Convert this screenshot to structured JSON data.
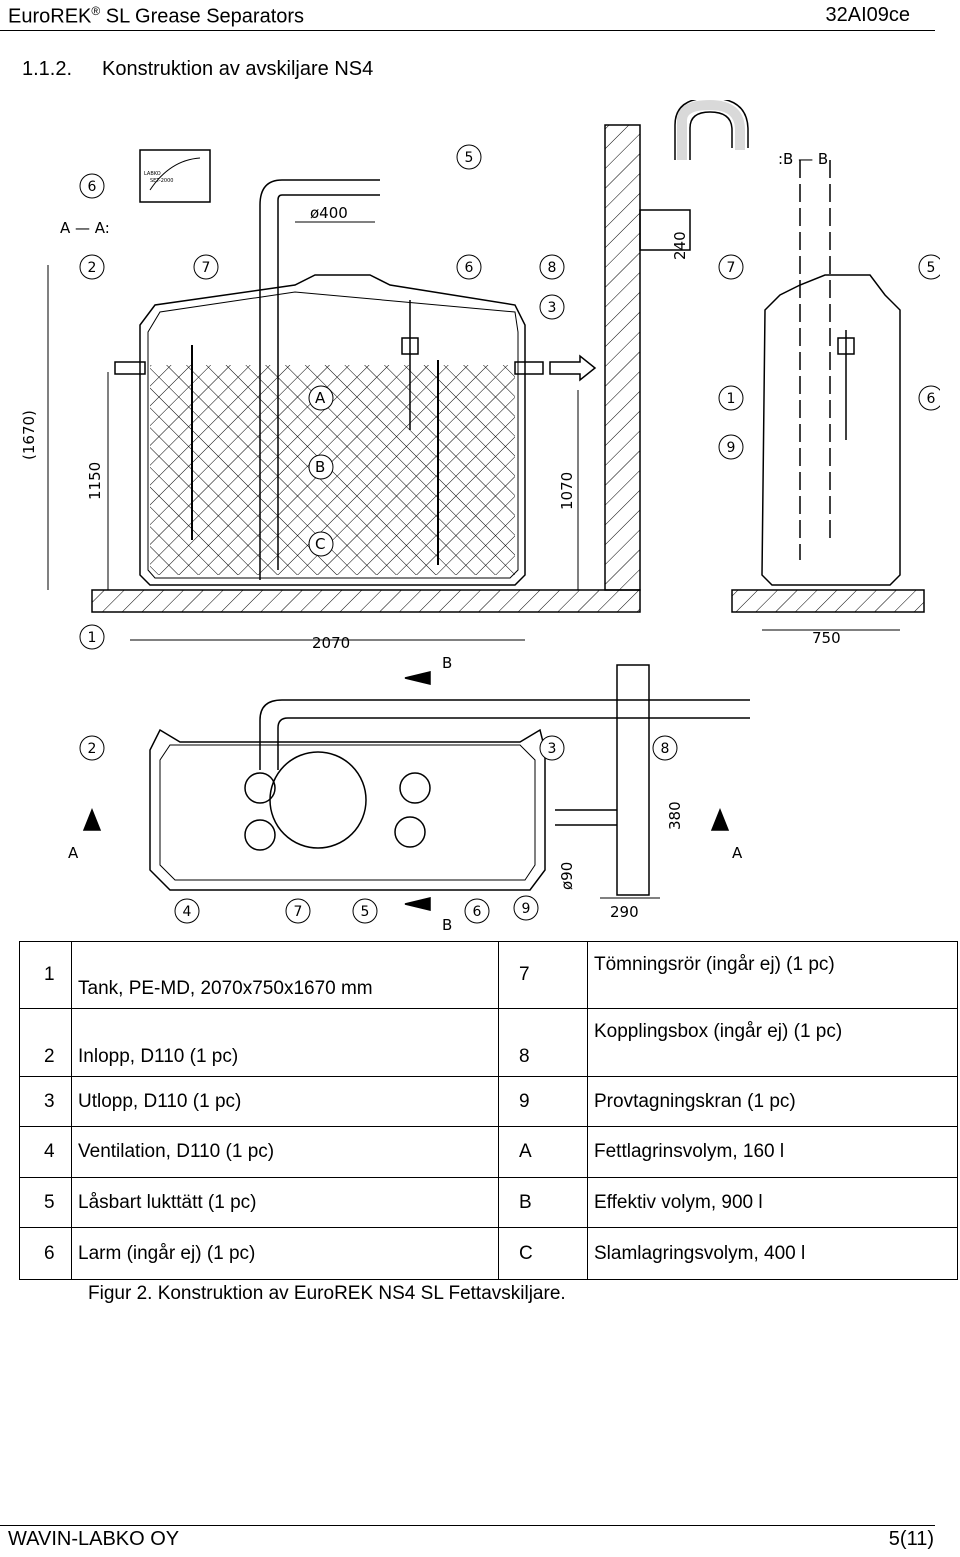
{
  "header": {
    "left": "EuroREK",
    "reg": "®",
    "left_rest": " SL Grease Separators",
    "right": "32AI09ce"
  },
  "section": {
    "number": "1.1.2.",
    "title": "Konstruktion av avskiljare NS4"
  },
  "drawing": {
    "section_aa": "A — A:",
    "section_bb": ":B — B",
    "dim_diameter_400": "ø400",
    "dim_240": "240",
    "dim_1670": "(1670)",
    "dim_1150": "1150",
    "dim_1070": "1070",
    "dim_2070": "2070",
    "dim_750": "750",
    "dim_380": "380",
    "dim_diameter_90": "ø90",
    "dim_290": "290",
    "label_A": "A",
    "label_B": "B",
    "label_C": "C",
    "callouts": [
      "1",
      "2",
      "3",
      "4",
      "5",
      "6",
      "7",
      "8",
      "9"
    ],
    "box_label": "LABKO",
    "box_model": "SET-2000"
  },
  "legend": [
    {
      "left_key": "1",
      "left_text": "Tank, PE-MD, 2070x750x1670 mm",
      "right_key": "7",
      "right_text": "Tömningsrör (ingår ej) (1 pc)"
    },
    {
      "left_key": "2",
      "left_text": "Inlopp, D110 (1 pc)",
      "right_key": "8",
      "right_text": "Kopplingsbox (ingår ej) (1 pc)"
    },
    {
      "left_key": "3",
      "left_text": "Utlopp, D110 (1 pc)",
      "right_key": "9",
      "right_text": "Provtagningskran (1 pc)"
    },
    {
      "left_key": "4",
      "left_text": "Ventilation, D110 (1 pc)",
      "right_key": "A",
      "right_text": "Fettlagrinsvolym, 160 l"
    },
    {
      "left_key": "5",
      "left_text": "Låsbart lukttätt (1 pc)",
      "right_key": "B",
      "right_text": "Effektiv volym, 900 l"
    },
    {
      "left_key": "6",
      "left_text": "Larm (ingår ej) (1 pc)",
      "right_key": "C",
      "right_text": "Slamlagringsvolym, 400 l"
    }
  ],
  "caption": "Figur 2. Konstruktion av EuroREK NS4 SL Fettavskiljare.",
  "footer": {
    "left": "WAVIN-LABKO OY",
    "right": "5(11)"
  }
}
